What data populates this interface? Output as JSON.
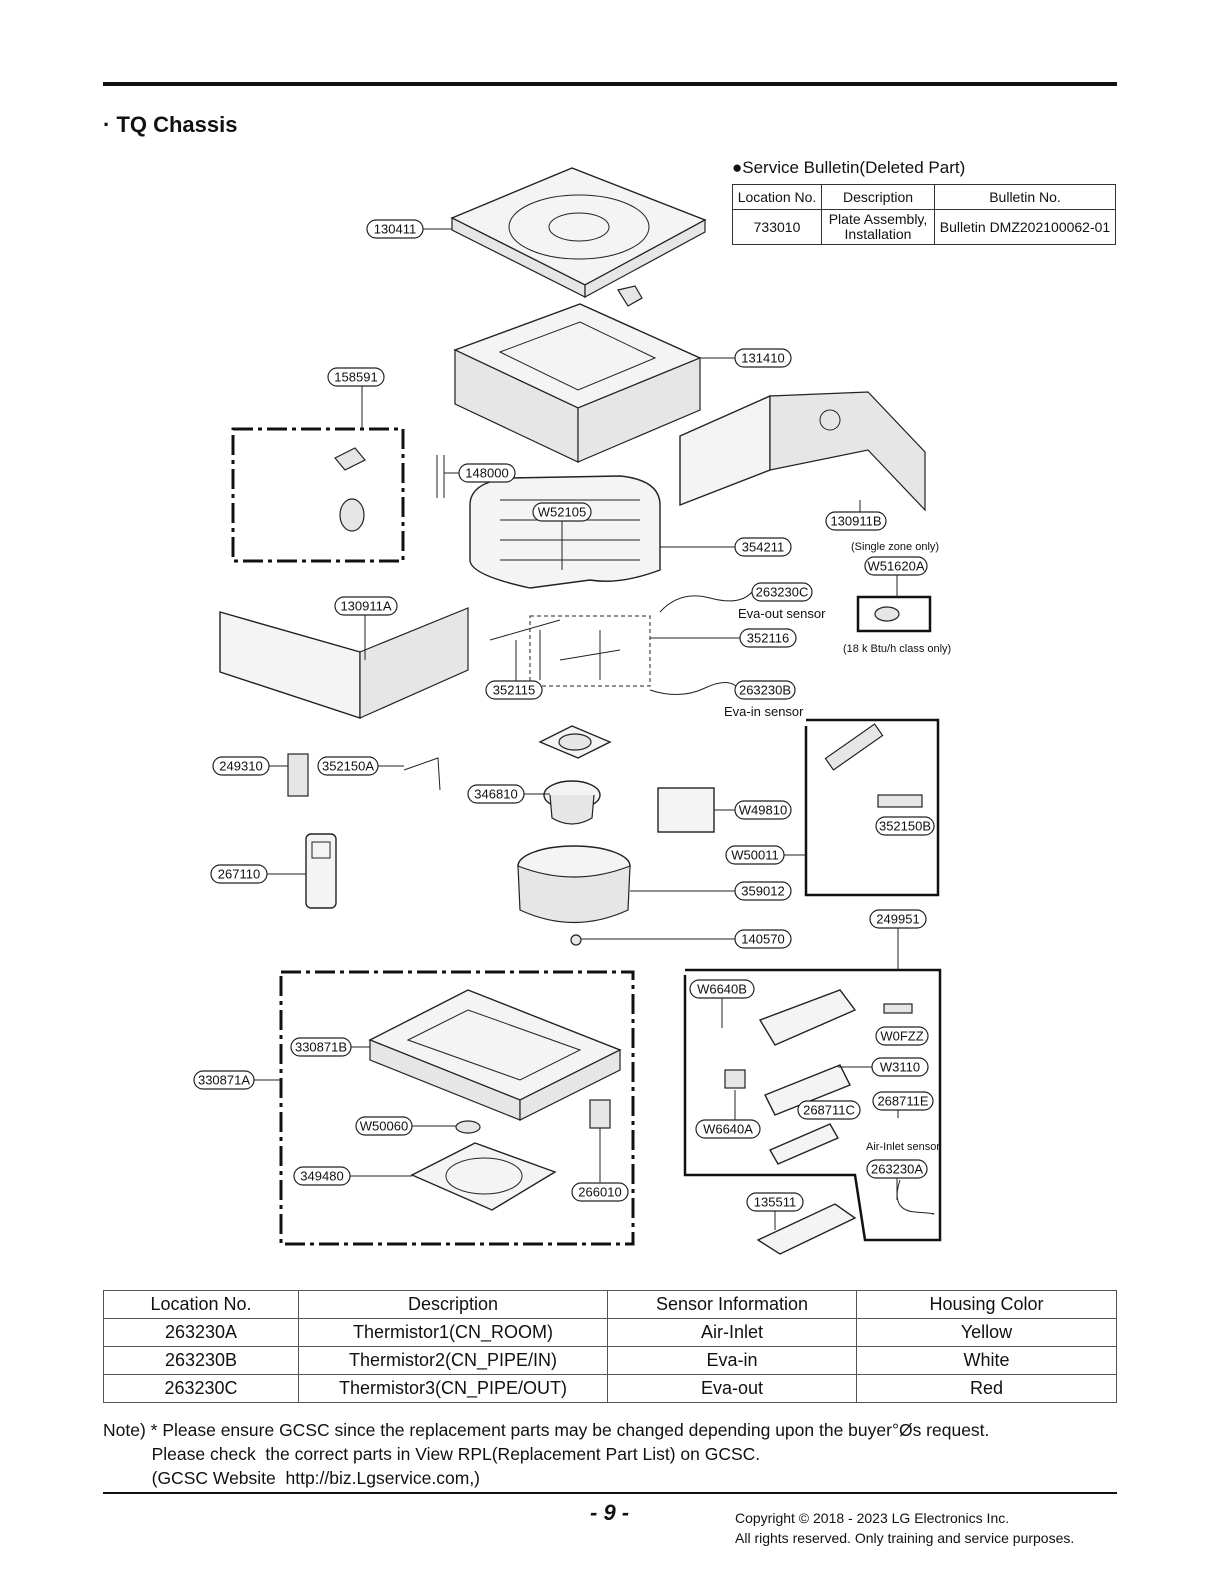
{
  "section_title": "· TQ Chassis",
  "service_bulletin": {
    "title": "●Service Bulletin(Deleted Part)",
    "headers": [
      "Location No.",
      "Description",
      "Bulletin No."
    ],
    "row": {
      "location": "733010",
      "desc_line1": "Plate Assembly,",
      "desc_line2": "Installation",
      "bulletin": "Bulletin DMZ202100062-01"
    }
  },
  "callouts": {
    "c130411": "130411",
    "c131410": "131410",
    "c158591": "158591",
    "c148000": "148000",
    "cW52105": "W52105",
    "c130911B": "130911B",
    "c354211": "354211",
    "cW51620A": "W51620A",
    "c263230C": "263230C",
    "c130911A": "130911A",
    "c352116": "352116",
    "c352115": "352115",
    "c263230B": "263230B",
    "c249310": "249310",
    "c352150A": "352150A",
    "c346810": "346810",
    "cW49810": "W49810",
    "c352150B": "352150B",
    "cW50011": "W50011",
    "c267110": "267110",
    "c359012": "359012",
    "c249951": "249951",
    "c140570": "140570",
    "cW6640B": "W6640B",
    "c330871B": "330871B",
    "cW0FZZ": "W0FZZ",
    "c330871A": "330871A",
    "cW3110": "W3110",
    "c268711E": "268711E",
    "c268711C": "268711C",
    "cW6640A": "W6640A",
    "cW50060": "W50060",
    "c263230A": "263230A",
    "c349480": "349480",
    "c266010": "266010",
    "c135511": "135511"
  },
  "captions": {
    "single_zone": "(Single zone only)",
    "eva_out": "Eva-out sensor",
    "btu_class": "(18 k Btu/h class only)",
    "eva_in": "Eva-in sensor",
    "air_inlet": "Air-Inlet sensor"
  },
  "sensor_table": {
    "headers": [
      "Location No.",
      "Description",
      "Sensor Information",
      "Housing Color"
    ],
    "rows": [
      [
        "263230A",
        "Thermistor1(CN_ROOM)",
        "Air-Inlet",
        "Yellow"
      ],
      [
        "263230B",
        "Thermistor2(CN_PIPE/IN)",
        "Eva-in",
        "White"
      ],
      [
        "263230C",
        "Thermistor3(CN_PIPE/OUT)",
        "Eva-out",
        "Red"
      ]
    ]
  },
  "note": {
    "line1": "Note) * Please ensure GCSC since the replacement parts may be changed depending upon the buyer°Øs request.",
    "line2": "          Please check  the correct parts in View RPL(Replacement Part List) on GCSC.",
    "line3": "          (GCSC Website  http://biz.Lgservice.com,)"
  },
  "footer": {
    "page_number": "- 9 -",
    "copyright_line1": "Copyright © 2018 - 2023 LG Electronics Inc.",
    "copyright_line2": "All rights reserved. Only training and service purposes."
  }
}
